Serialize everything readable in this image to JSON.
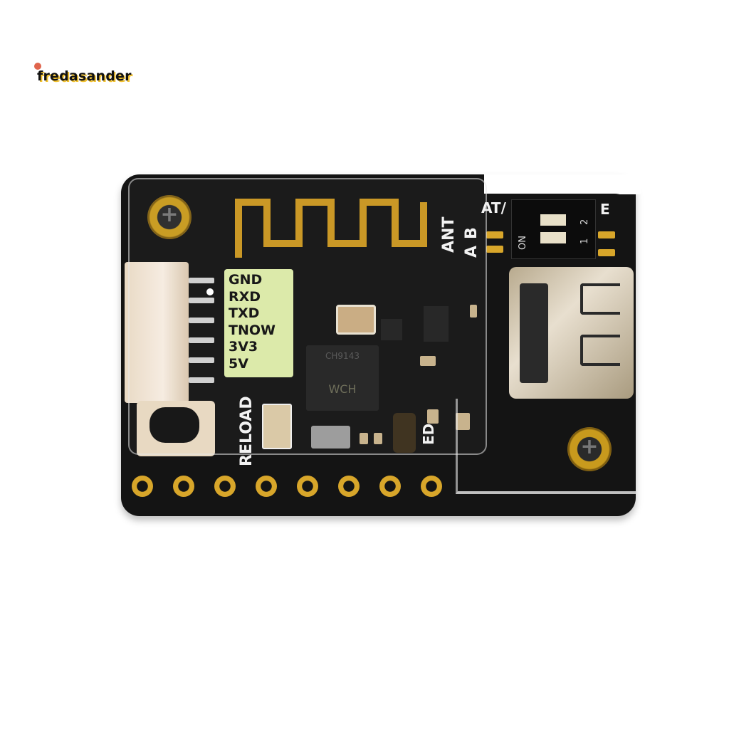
{
  "watermark": {
    "text": "fredasander"
  },
  "board": {
    "pin_labels": [
      "GND",
      "RXD",
      "TXD",
      "TNOW",
      "3V3",
      "5V"
    ],
    "antenna_label": "ANT",
    "antenna_options": [
      "A",
      "B"
    ],
    "mode_label": "AT/",
    "mode_label_right": "E",
    "dip_switch": {
      "on_label": "ON",
      "positions": [
        "1",
        "2"
      ]
    },
    "button_label": "RELOAD",
    "led_label": "ED",
    "chip_marking": [
      "CH9143",
      "WCH"
    ],
    "header_pad_count": 8
  },
  "colors": {
    "pcb": "#141414",
    "gold": "#d8a62a",
    "label_box": "#dbeaa8"
  }
}
